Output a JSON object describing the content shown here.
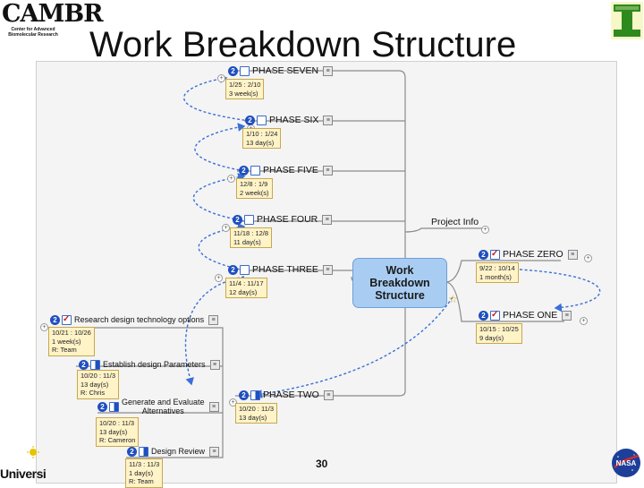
{
  "header": {
    "logo_mark": "CAMBR",
    "logo_line1": "Center for Advanced",
    "logo_line2": "Biomolecular Research",
    "title": "Work Breakdown Structure"
  },
  "central": {
    "label": "Work Breakdown Structure"
  },
  "phases": [
    {
      "id": "seven",
      "priority": "2",
      "label": "PHASE SEVEN",
      "dates": "1/25 : 2/10",
      "duration": "3 week(s)"
    },
    {
      "id": "six",
      "priority": "2",
      "label": "PHASE SIX",
      "dates": "1/10 : 1/24",
      "duration": "13 day(s)"
    },
    {
      "id": "five",
      "priority": "2",
      "label": "PHASE FIVE",
      "dates": "12/8 : 1/9",
      "duration": "2 week(s)"
    },
    {
      "id": "four",
      "priority": "2",
      "label": "PHASE FOUR",
      "dates": "11/18 : 12/8",
      "duration": "11 day(s)"
    },
    {
      "id": "three",
      "priority": "2",
      "label": "PHASE THREE",
      "dates": "11/4 : 11/17",
      "duration": "12 day(s)"
    },
    {
      "id": "two",
      "priority": "2",
      "label": "PHASE TWO",
      "dates": "10/20 : 11/3",
      "duration": "13 day(s)"
    },
    {
      "id": "zero",
      "priority": "2",
      "label": "PHASE ZERO",
      "dates": "9/22 : 10/14",
      "duration": "1 month(s)"
    },
    {
      "id": "one",
      "priority": "2",
      "label": "PHASE ONE",
      "dates": "10/15 : 10/25",
      "duration": "9 day(s)"
    }
  ],
  "project_info": {
    "label": "Project Info"
  },
  "subtasks": [
    {
      "priority": "2",
      "label": "Research design technology options",
      "dates": "10/21 : 10/26",
      "duration": "1 week(s)",
      "resource": "R: Team"
    },
    {
      "priority": "2",
      "label": "Establish design Parameters",
      "dates": "10/20 : 11/3",
      "duration": "13 day(s)",
      "resource": "R: Chris"
    },
    {
      "priority": "2",
      "label_line1": "Generate and Evaluate",
      "label_line2": "Alternatives",
      "dates": "10/20 : 11/3",
      "duration": "13 day(s)",
      "resource": "R: Cameron"
    },
    {
      "priority": "2",
      "label": "Design Review",
      "dates": "11/3 : 11/3",
      "duration": "1 day(s)",
      "resource": "R: Team"
    }
  ],
  "footer": {
    "page_number": "30",
    "university": "Universi"
  },
  "colors": {
    "central_fill": "#a9cdf2",
    "info_fill": "#fff3c8",
    "priority_badge": "#1f4fbf",
    "dependency_line": "#3b6fd8"
  }
}
